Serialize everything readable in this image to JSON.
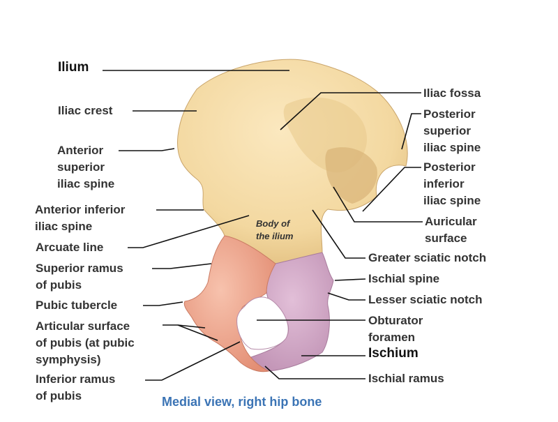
{
  "caption": "Medial view, right hip bone",
  "colors": {
    "ilium": "#f3d8a0",
    "pubis": "#efa890",
    "ischium": "#d3a7c6",
    "leader": "#111111",
    "caption": "#3b74b5"
  },
  "labels": {
    "ilium": "Ilium",
    "iliac_crest": "Iliac crest",
    "asis": "Anterior\nsuperior\niliac spine",
    "aiis": "Anterior inferior\niliac spine",
    "arcuate_line": "Arcuate line",
    "superior_ramus": "Superior ramus\nof pubis",
    "pubic_tubercle": "Pubic tubercle",
    "articular_surface": "Articular surface\nof pubis (at pubic\nsymphysis)",
    "inferior_ramus": "Inferior ramus\nof pubis",
    "iliac_fossa": "Iliac fossa",
    "psis": "Posterior\nsuperior\niliac spine",
    "piis": "Posterior\ninferior\niliac spine",
    "auricular_surface": "Auricular\nsurface",
    "greater_sciatic_notch": "Greater sciatic notch",
    "ischial_spine": "Ischial spine",
    "lesser_sciatic_notch": "Lesser sciatic notch",
    "obturator_foramen": "Obturator\nforamen",
    "ischium": "Ischium",
    "ischial_ramus": "Ischial ramus",
    "body_of_ilium": "Body of\nthe ilium"
  }
}
